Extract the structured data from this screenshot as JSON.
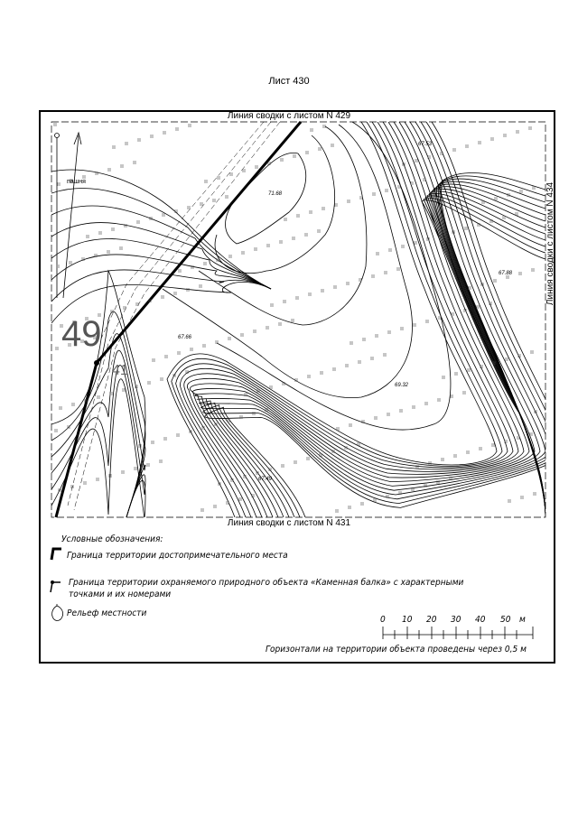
{
  "sheet_title": "Лист 430",
  "map": {
    "edge_labels": {
      "top": "Линия сводки с листом N 429",
      "bottom": "Линия сводки с листом N 431",
      "right": "Линия сводки с листом N 434"
    },
    "parcel_number": "49",
    "point_number": "41",
    "land_label": "пашня",
    "elevations": [
      "71.68",
      "69.32",
      "67.53",
      "67.88",
      "67.66",
      "67.49"
    ]
  },
  "legend": {
    "title": "Условные обозначения:",
    "items": [
      {
        "icon": "thick-boundary-icon",
        "label": "Граница территории достопримечательного места"
      },
      {
        "icon": "boundary-point-icon",
        "label": "Граница территории охраняемого природного объекта «Каменная балка» с характерными",
        "label_cont": "точками и их номерами"
      },
      {
        "icon": "contour-icon",
        "label": "Рельеф местности"
      }
    ],
    "scale": {
      "ticks": [
        "0",
        "10",
        "20",
        "30",
        "40",
        "50"
      ],
      "unit": "м"
    },
    "note": "Горизонтали на территории объекта проведены через 0,5 м"
  }
}
